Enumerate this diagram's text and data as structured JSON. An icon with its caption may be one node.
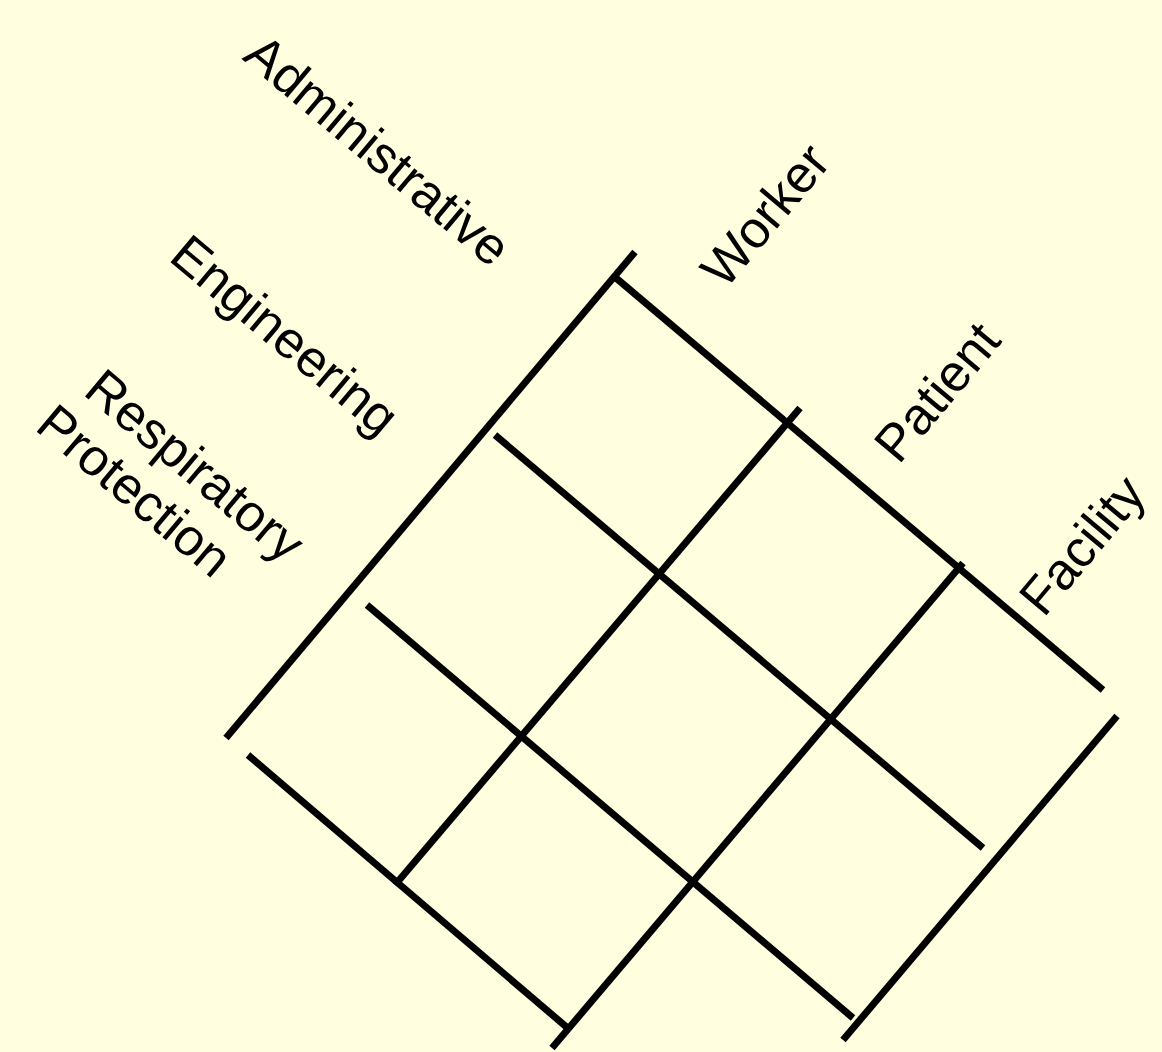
{
  "diagram": {
    "labels": [
      "Administrative",
      "Engineering",
      "Respiratory Protection",
      "Worker",
      "Patient",
      "Facility"
    ]
  }
}
